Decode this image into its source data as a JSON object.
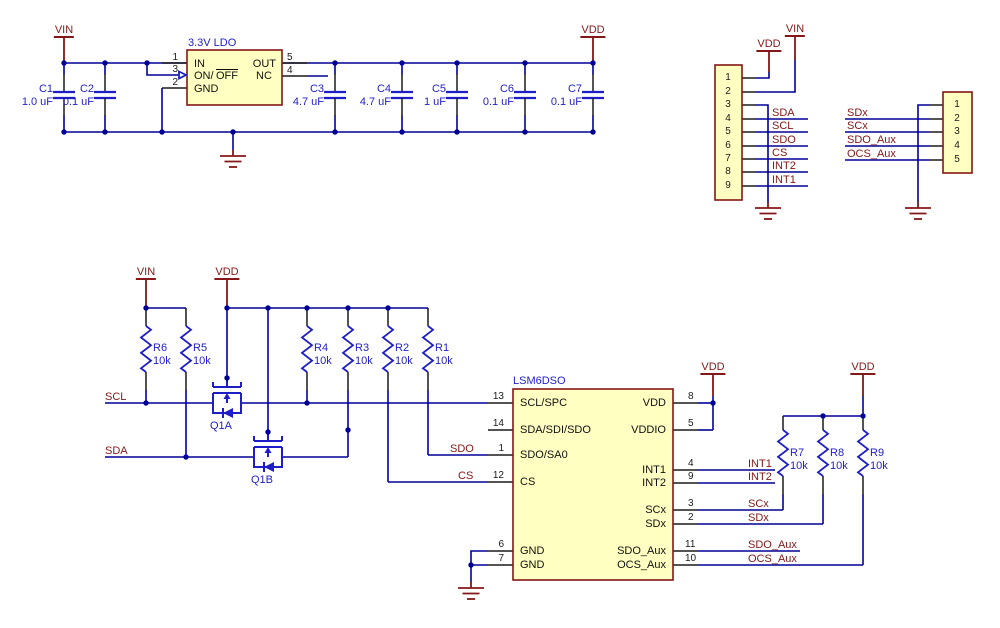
{
  "colors": {
    "wire": "#000096",
    "symbol": "#1e1ec8",
    "net_label": "#841717",
    "body_fill": "#ffffc2",
    "body_outline": "#841717"
  },
  "power": {
    "vin": "VIN",
    "vdd": "VDD"
  },
  "ldo": {
    "title": "3.3V LDO",
    "pins": {
      "in": {
        "number": "1",
        "name": "IN"
      },
      "on_off": {
        "number": "3",
        "name_prefix": "ON/",
        "name_overbar": "OFF"
      },
      "gnd": {
        "number": "2",
        "name": "GND"
      },
      "out": {
        "number": "5",
        "name": "OUT"
      },
      "nc": {
        "number": "4",
        "name": "NC"
      }
    }
  },
  "capacitors": [
    {
      "ref": "C1",
      "value": "1.0 uF"
    },
    {
      "ref": "C2",
      "value": "0.1 uF"
    },
    {
      "ref": "C3",
      "value": "4.7 uF"
    },
    {
      "ref": "C4",
      "value": "4.7 uF"
    },
    {
      "ref": "C5",
      "value": "1 uF"
    },
    {
      "ref": "C6",
      "value": "0.1 uF"
    },
    {
      "ref": "C7",
      "value": "0.1 uF"
    }
  ],
  "resistors": [
    {
      "ref": "R1",
      "value": "10k"
    },
    {
      "ref": "R2",
      "value": "10k"
    },
    {
      "ref": "R3",
      "value": "10k"
    },
    {
      "ref": "R4",
      "value": "10k"
    },
    {
      "ref": "R5",
      "value": "10k"
    },
    {
      "ref": "R6",
      "value": "10k"
    },
    {
      "ref": "R7",
      "value": "10k"
    },
    {
      "ref": "R8",
      "value": "10k"
    },
    {
      "ref": "R9",
      "value": "10k"
    }
  ],
  "transistors": [
    {
      "ref": "Q1A"
    },
    {
      "ref": "Q1B"
    }
  ],
  "ic": {
    "title": "LSM6DSO",
    "left_pins": [
      {
        "number": "13",
        "name": "SCL/SPC"
      },
      {
        "number": "14",
        "name": "SDA/SDI/SDO"
      },
      {
        "number": "1",
        "name": "SDO/SA0"
      },
      {
        "number": "12",
        "name": "CS"
      },
      {
        "number": "6",
        "name": "GND"
      },
      {
        "number": "7",
        "name": "GND"
      }
    ],
    "right_pins": [
      {
        "number": "8",
        "name": "VDD"
      },
      {
        "number": "5",
        "name": "VDDIO"
      },
      {
        "number": "4",
        "name": "INT1"
      },
      {
        "number": "9",
        "name": "INT2"
      },
      {
        "number": "3",
        "name": "SCx"
      },
      {
        "number": "2",
        "name": "SDx"
      },
      {
        "number": "11",
        "name": "SDO_Aux"
      },
      {
        "number": "10",
        "name": "OCS_Aux"
      }
    ]
  },
  "nets": {
    "scl": "SCL",
    "sda": "SDA",
    "sdo": "SDO",
    "cs": "CS",
    "int1": "INT1",
    "int2": "INT2",
    "scx": "SCx",
    "sdx": "SDx",
    "sdo_aux": "SDO_Aux",
    "ocs_aux": "OCS_Aux"
  },
  "connector_a": {
    "pin_numbers": [
      "1",
      "2",
      "3",
      "4",
      "5",
      "6",
      "7",
      "8",
      "9"
    ],
    "net_labels": [
      "SDA",
      "SCL",
      "SDO",
      "CS",
      "INT2",
      "INT1"
    ]
  },
  "connector_b": {
    "pin_numbers": [
      "1",
      "2",
      "3",
      "4",
      "5"
    ],
    "net_labels": [
      "SDx",
      "SCx",
      "SDO_Aux",
      "OCS_Aux"
    ]
  }
}
